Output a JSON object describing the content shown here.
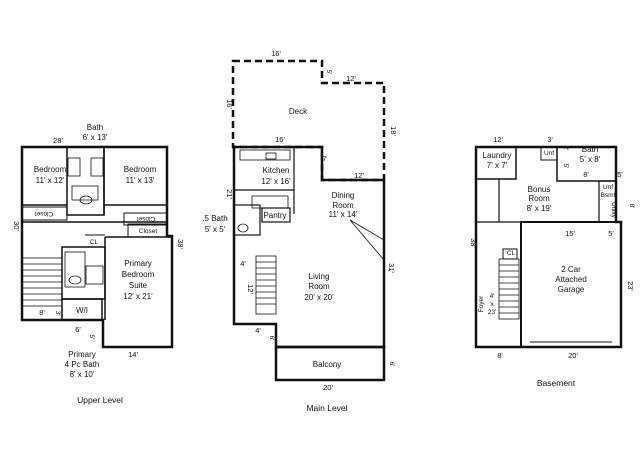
{
  "upper_level": {
    "caption": "Upper Level",
    "bath": "Bath",
    "bath_size": "6' x 13'",
    "bedroom1": "Bedroom",
    "bedroom1_size": "11' x 12'",
    "bedroom2": "Bedroom",
    "bedroom2_size": "11' x 13'",
    "closet1": "Closet",
    "closet2": "Closet",
    "closet3": "Closet",
    "cl": "CL",
    "primary_suite_1": "Primary",
    "primary_suite_2": "Bedroom",
    "primary_suite_3": "Suite",
    "primary_suite_size": "12' x 21'",
    "wi": "W/I",
    "primary_bath_1": "Primary",
    "primary_bath_2": "4 Pc Bath",
    "primary_bath_size": "8' x 10'",
    "dims": {
      "top": "28'",
      "left": "30'",
      "right": "38'",
      "bottom": "14'",
      "d8": "8'",
      "d3": "3'",
      "d6": "6'",
      "d5": "5'"
    }
  },
  "main_level": {
    "caption": "Main Level",
    "deck": "Deck",
    "kitchen": "Kitchen",
    "kitchen_size": "12' x 16'",
    "pantry": "Pantry",
    "dining_1": "Dining",
    "dining_2": "Room",
    "dining_size": "11' x 14'",
    "half_bath": ".5  Bath",
    "half_bath_size": "5' x 5'",
    "living_1": "Living",
    "living_2": "Room",
    "living_size": "20' x 20'",
    "balcony": "Balcony",
    "dims": {
      "d16a": "16'",
      "d5a": "5'",
      "d12a": "12'",
      "d16b": "16'",
      "d18": "18'",
      "d16c": "16'",
      "d7": "7'",
      "d12b": "12'",
      "d21": "21'",
      "d4a": "4'",
      "d12c": "12'",
      "d31": "31'",
      "d4b": "4'",
      "d6a": "6'",
      "d6b": "6'",
      "d20": "20'"
    }
  },
  "basement": {
    "caption": "Basement",
    "laundry": "Laundry",
    "laundry_size": "7' x 7'",
    "unf": "Unf",
    "bath": "Bath",
    "bath_size": "5' x 8'",
    "bonus_1": "Bonus",
    "bonus_2": "Room",
    "bonus_size": "8' x 19'",
    "unf_bsmt_1": "Unf",
    "unf_bsmt_2": "Bsmt",
    "utility": "Utility",
    "garage_1": "2 Car",
    "garage_2": "Attached",
    "garage_3": "Garage",
    "foyer": "Foyer",
    "foyer_size_1": "4'",
    "foyer_size_2": "x",
    "foyer_size_3": "23'",
    "cl": "CL",
    "dims": {
      "d12": "12'",
      "d3": "3'",
      "d2": "2'",
      "d5a": "5'",
      "d8a": "8'",
      "d5b": "5'",
      "d8b": "8'",
      "d15": "15'",
      "d5c": "5'",
      "d38": "38'",
      "d23": "23'",
      "d8c": "8'",
      "d20": "20'"
    }
  },
  "colors": {
    "wall": "#111111",
    "line": "#555555",
    "background": "#ffffff"
  }
}
